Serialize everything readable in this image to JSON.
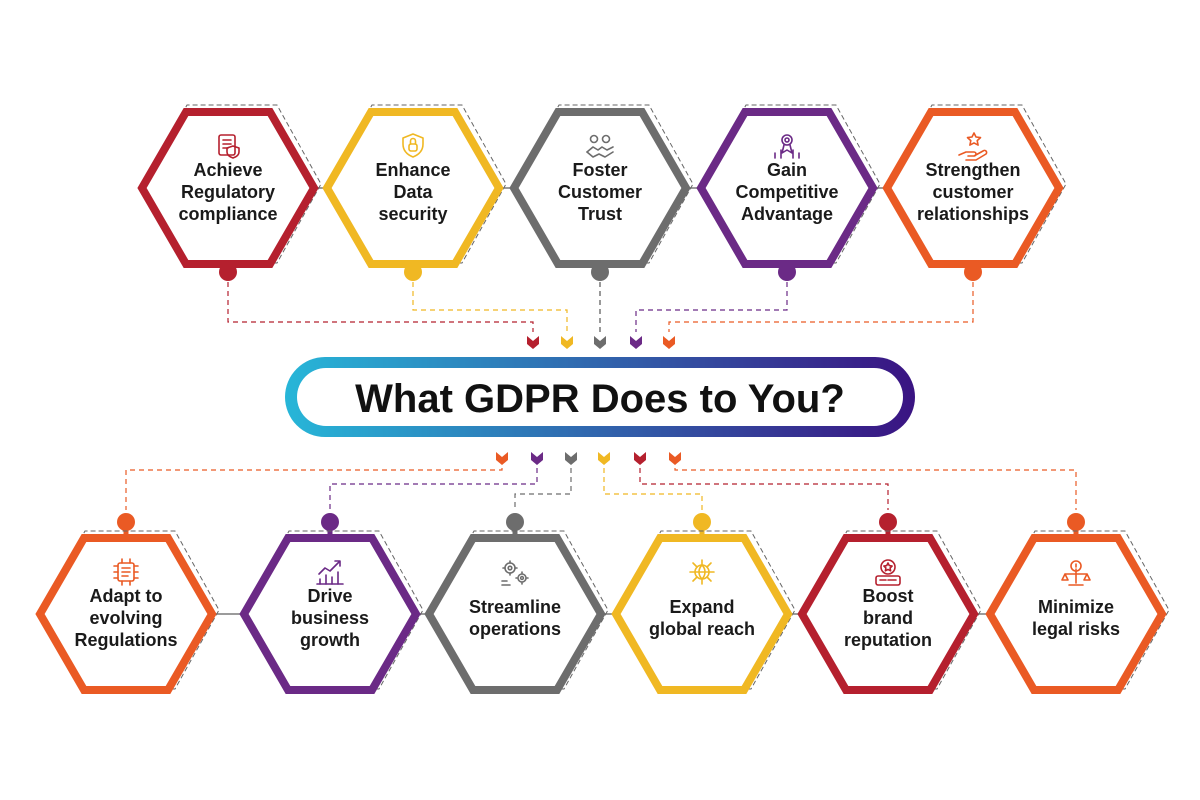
{
  "title": "What GDPR Does to You?",
  "colors": {
    "red": "#b5202e",
    "yellow": "#f0b823",
    "gray": "#6d6d6d",
    "purple": "#6b2a86",
    "orange": "#ea5a24",
    "title_gradient_start": "#27b6d8",
    "title_gradient_end": "#3a1382"
  },
  "top_items": [
    {
      "lines": [
        "Achieve",
        "Regulatory",
        "compliance"
      ],
      "color": "red",
      "icon": "document-shield-icon"
    },
    {
      "lines": [
        "Enhance",
        "Data",
        "security"
      ],
      "color": "yellow",
      "icon": "lock-shield-icon"
    },
    {
      "lines": [
        "Foster",
        "Customer",
        "Trust"
      ],
      "color": "gray",
      "icon": "handshake-icon"
    },
    {
      "lines": [
        "Gain",
        "Competitive",
        "Advantage"
      ],
      "color": "purple",
      "icon": "award-growth-icon"
    },
    {
      "lines": [
        "Strengthen",
        "customer",
        "relationships"
      ],
      "color": "orange",
      "icon": "hand-star-icon"
    }
  ],
  "bottom_items": [
    {
      "lines": [
        "Adapt to",
        "evolving",
        "Regulations"
      ],
      "color": "orange",
      "icon": "chip-regulation-icon"
    },
    {
      "lines": [
        "Drive",
        "business",
        "growth"
      ],
      "color": "purple",
      "icon": "growth-chart-icon"
    },
    {
      "lines": [
        "Streamline",
        "operations"
      ],
      "color": "gray",
      "icon": "gears-icon"
    },
    {
      "lines": [
        "Expand",
        "global reach"
      ],
      "color": "yellow",
      "icon": "globe-network-icon"
    },
    {
      "lines": [
        "Boost",
        "brand",
        "reputation"
      ],
      "color": "red",
      "icon": "badge-reputation-icon"
    },
    {
      "lines": [
        "Minimize",
        "legal risks"
      ],
      "color": "orange",
      "icon": "scales-icon"
    }
  ]
}
